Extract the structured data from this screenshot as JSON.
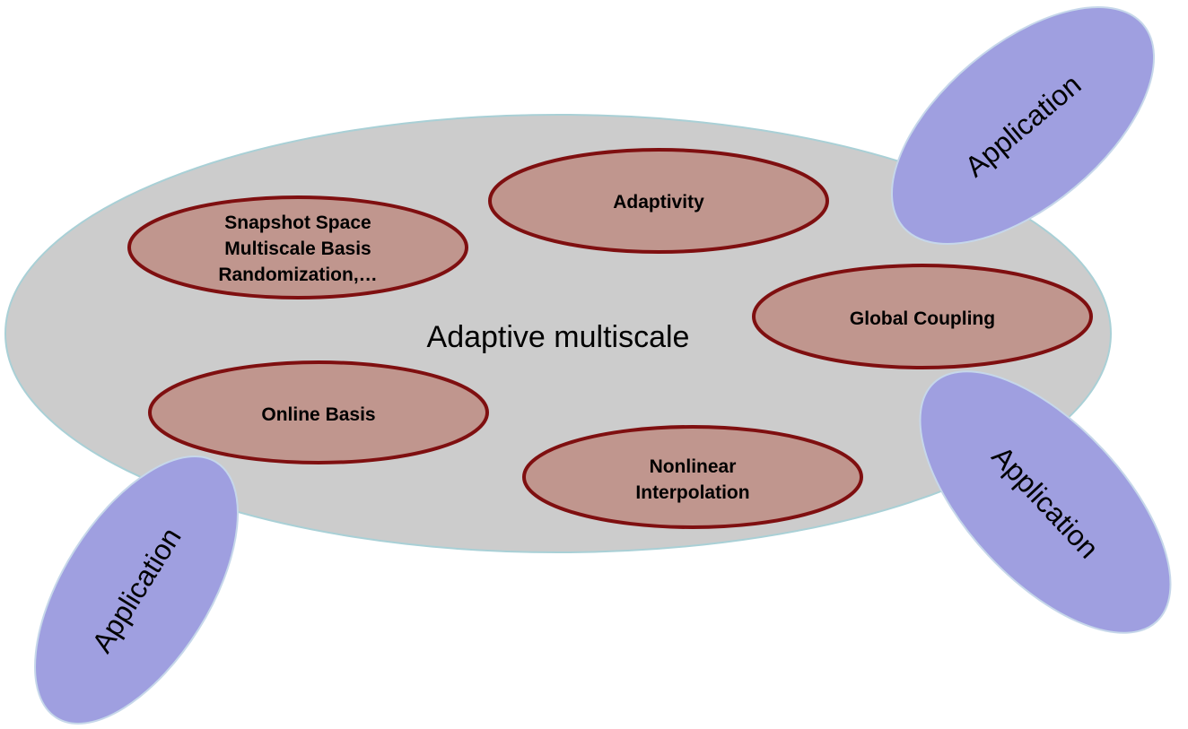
{
  "diagram": {
    "center_label": "Adaptive multiscale",
    "topics": {
      "snapshot": {
        "line1": "Snapshot Space",
        "line2": "Multiscale Basis",
        "line3": "Randomization,…"
      },
      "adaptivity": "Adaptivity",
      "global_coupling": "Global Coupling",
      "online_basis": "Online Basis",
      "nonlinear": {
        "line1": "Nonlinear",
        "line2": "Interpolation"
      }
    },
    "applications": {
      "top_right": "Application",
      "bottom_right": "Application",
      "bottom_left": "Application"
    }
  },
  "colors": {
    "background": "#ffffff",
    "main_fill": "#cccccc",
    "topic_fill": "#c0968e",
    "topic_stroke": "#7f0f10",
    "application_fill": "#9f9fe0"
  }
}
